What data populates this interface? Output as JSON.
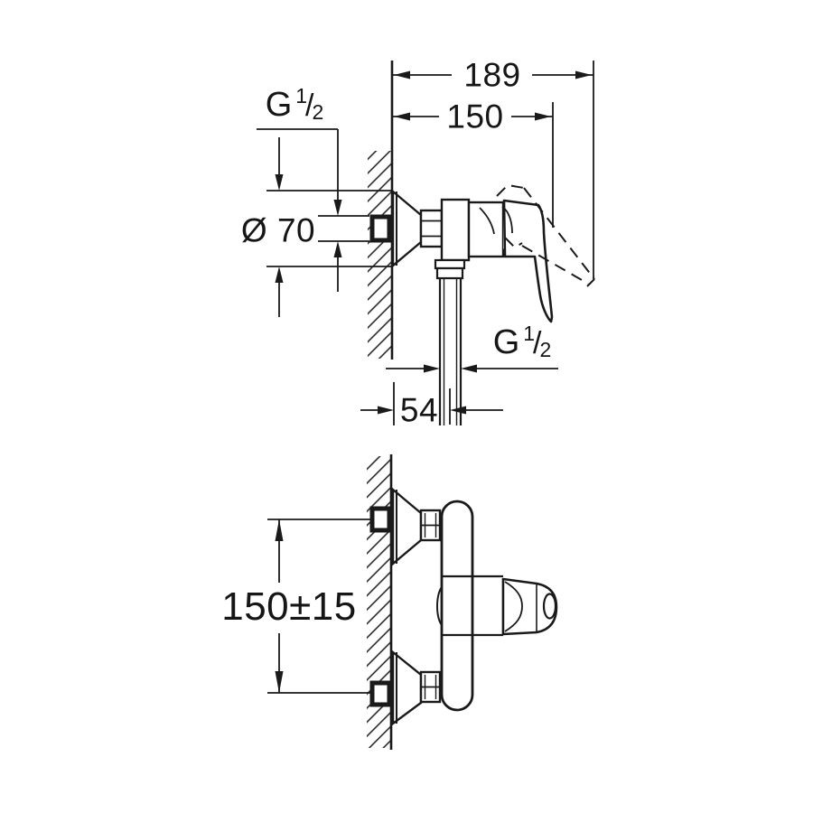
{
  "meta": {
    "description": "Technical dimension drawing of a wall-mounted single-lever shower mixer: side view (top) and front view (bottom)"
  },
  "colors": {
    "background": "#ffffff",
    "line": "#1a1a1a",
    "text": "#161616"
  },
  "labels": {
    "overall_depth": "189",
    "depth_to_handle_end": "150",
    "thread_g": "G",
    "thread_numerator": "1",
    "thread_slash": "/",
    "thread_denominator": "2",
    "escutcheon_diameter": "Ø 70",
    "wall_to_hose_center": "54",
    "connection_spacing": "150±15"
  }
}
